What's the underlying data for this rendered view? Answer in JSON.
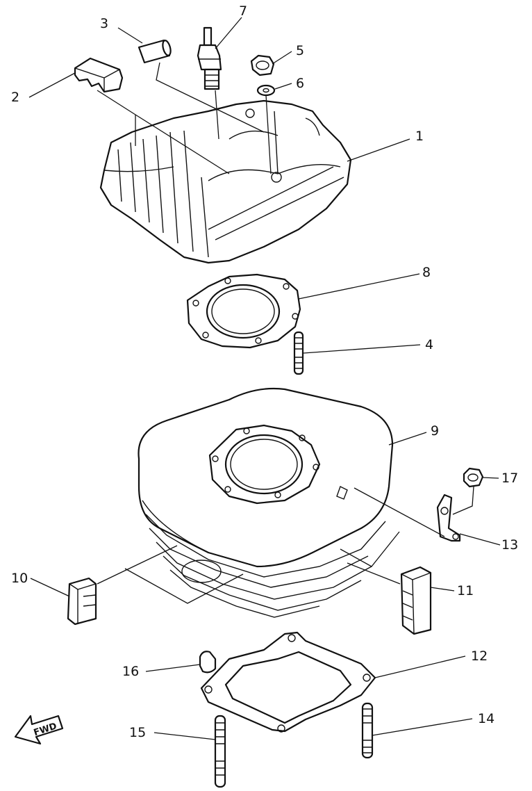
{
  "callouts": {
    "c1": "1",
    "c2": "2",
    "c3": "3",
    "c4": "4",
    "c5": "5",
    "c6": "6",
    "c7": "7",
    "c8": "8",
    "c9": "9",
    "c10": "10",
    "c11": "11",
    "c12": "12",
    "c13": "13",
    "c14": "14",
    "c15": "15",
    "c16": "16",
    "c17": "17"
  },
  "direction_label": "FWD",
  "colors": {
    "ink": "#111111",
    "paper": "#ffffff"
  }
}
